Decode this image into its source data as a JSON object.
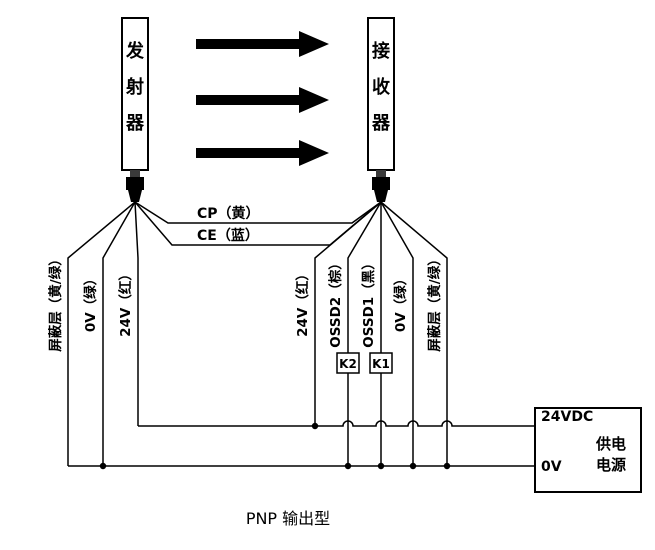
{
  "diagram": {
    "transmitter": {
      "name": "发射器",
      "chars": [
        "发",
        "射",
        "器"
      ]
    },
    "receiver": {
      "name": "接收器",
      "chars": [
        "接",
        "收",
        "器"
      ]
    },
    "sync_wires": {
      "cp": "CP（黄）",
      "ce": "CE（蓝）"
    },
    "transmitter_wires": {
      "shield": "屏蔽层（黄/绿）",
      "zero_v": "0V（绿）",
      "v24": "24V（红）"
    },
    "receiver_wires": {
      "v24": "24V（红）",
      "ossd2": "OSSD2（棕）",
      "ossd1": "OSSD1（黑）",
      "zero_v": "0V（绿）",
      "shield": "屏蔽层（黄/绿）"
    },
    "relays": {
      "k2": "K2",
      "k1": "K1"
    },
    "power_supply": {
      "positive": "24VDC",
      "negative": "0V",
      "label_line1": "供电",
      "label_line2": "电源"
    },
    "caption": "PNP 输出型",
    "colors": {
      "line": "#000000",
      "background": "#ffffff"
    }
  }
}
